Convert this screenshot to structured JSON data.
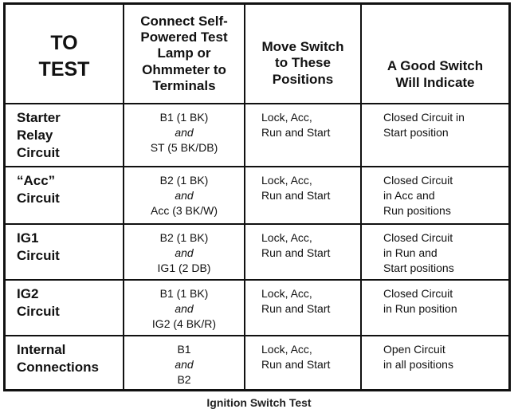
{
  "headers": {
    "to_test": [
      "TO",
      "TEST"
    ],
    "connect": [
      "Connect Self-",
      "Powered Test",
      "Lamp or",
      "Ohmmeter to",
      "Terminals"
    ],
    "move": [
      "Move Switch",
      "to These",
      "Positions"
    ],
    "good": [
      "A Good Switch",
      "Will Indicate"
    ]
  },
  "rows": [
    {
      "test": [
        "Starter",
        "Relay",
        "Circuit"
      ],
      "terminal_a": "B1 (1 BK)",
      "conj": "and",
      "terminal_b": "ST (5 BK/DB)",
      "positions": [
        "Lock, Acc,",
        "Run and Start"
      ],
      "indicate": [
        "Closed Circuit in",
        "Start position"
      ]
    },
    {
      "test": [
        "“Acc”",
        "Circuit"
      ],
      "terminal_a": "B2 (1 BK)",
      "conj": "and",
      "terminal_b": "Acc (3 BK/W)",
      "positions": [
        "Lock, Acc,",
        "Run and Start"
      ],
      "indicate": [
        "Closed Circuit",
        "in Acc and",
        "Run positions"
      ]
    },
    {
      "test": [
        "IG1",
        "Circuit"
      ],
      "terminal_a": "B2 (1 BK)",
      "conj": "and",
      "terminal_b": "IG1 (2 DB)",
      "positions": [
        "Lock, Acc,",
        "Run and Start"
      ],
      "indicate": [
        "Closed Circuit",
        "in Run and",
        "Start positions"
      ]
    },
    {
      "test": [
        "IG2",
        "Circuit"
      ],
      "terminal_a": "B1 (1 BK)",
      "conj": "and",
      "terminal_b": "IG2 (4 BK/R)",
      "positions": [
        "Lock, Acc,",
        "Run and Start"
      ],
      "indicate": [
        "Closed Circuit",
        "in Run position"
      ]
    },
    {
      "test": [
        "Internal",
        "Connections"
      ],
      "terminal_a": "B1",
      "conj": "and",
      "terminal_b": "B2",
      "positions": [
        "Lock, Acc,",
        "Run and Start"
      ],
      "indicate": [
        "Open Circuit",
        "in all positions"
      ]
    }
  ],
  "caption": "Ignition Switch Test"
}
